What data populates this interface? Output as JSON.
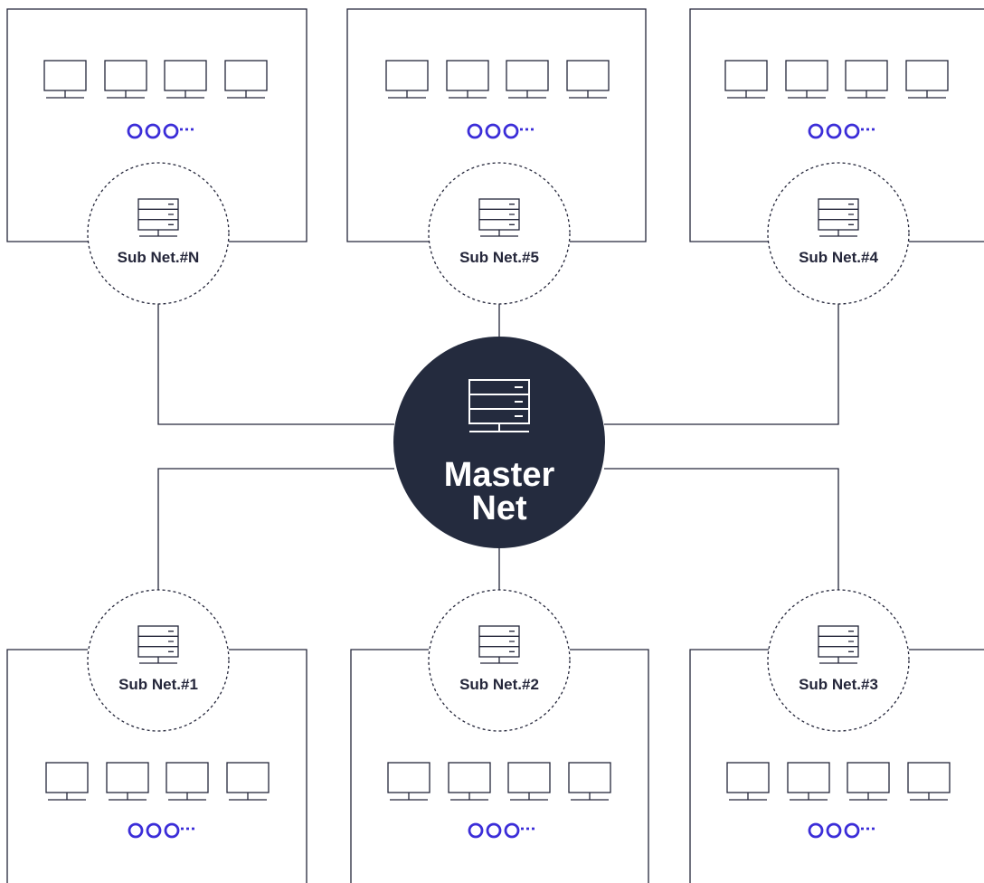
{
  "master": {
    "line1": "Master",
    "line2": "Net",
    "icon": "server-icon"
  },
  "subnets": [
    {
      "label": "Sub Net.#N",
      "dots": "OOO···",
      "icon": "server-icon",
      "devices": [
        "monitor-icon",
        "monitor-icon",
        "monitor-icon",
        "monitor-icon"
      ]
    },
    {
      "label": "Sub Net.#5",
      "dots": "OOO···",
      "icon": "server-icon",
      "devices": [
        "monitor-icon",
        "monitor-icon",
        "monitor-icon",
        "monitor-icon"
      ]
    },
    {
      "label": "Sub Net.#4",
      "dots": "OOO···",
      "icon": "server-icon",
      "devices": [
        "monitor-icon",
        "monitor-icon",
        "monitor-icon",
        "monitor-icon"
      ]
    },
    {
      "label": "Sub Net.#1",
      "dots": "OOO···",
      "icon": "server-icon",
      "devices": [
        "monitor-icon",
        "monitor-icon",
        "monitor-icon",
        "monitor-icon"
      ]
    },
    {
      "label": "Sub Net.#2",
      "dots": "OOO···",
      "icon": "server-icon",
      "devices": [
        "monitor-icon",
        "monitor-icon",
        "monitor-icon",
        "monitor-icon"
      ]
    },
    {
      "label": "Sub Net.#3",
      "dots": "OOO···",
      "icon": "server-icon",
      "devices": [
        "monitor-icon",
        "monitor-icon",
        "monitor-icon",
        "monitor-icon"
      ]
    }
  ],
  "colors": {
    "line": "#24263a",
    "master_fill": "#242b3e",
    "accent": "#3b2dd8",
    "background": "#ffffff"
  }
}
